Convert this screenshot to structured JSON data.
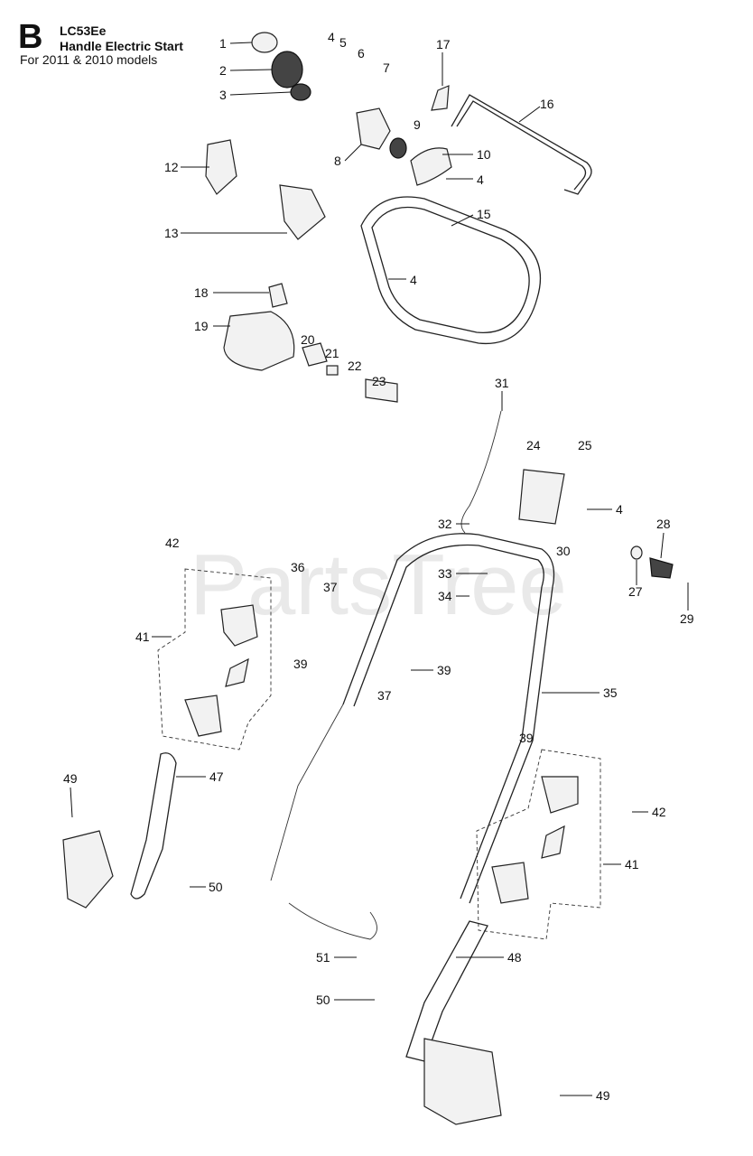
{
  "header": {
    "section_letter": "B",
    "model": "LC53Ee",
    "title": "Handle Electric Start",
    "models_note": "For 2011 & 2010 models"
  },
  "watermark": "PartsTree",
  "callouts": [
    "1",
    "2",
    "3",
    "4",
    "5",
    "6",
    "7",
    "8",
    "9",
    "10",
    "4",
    "12",
    "13",
    "15",
    "16",
    "17",
    "4",
    "18",
    "19",
    "20",
    "21",
    "22",
    "23",
    "31",
    "24",
    "25",
    "4",
    "32",
    "30",
    "28",
    "27",
    "29",
    "33",
    "34",
    "42",
    "36",
    "37",
    "41",
    "39",
    "39",
    "37",
    "35",
    "49",
    "47",
    "50",
    "39",
    "42",
    "41",
    "51",
    "48",
    "50",
    "49"
  ]
}
